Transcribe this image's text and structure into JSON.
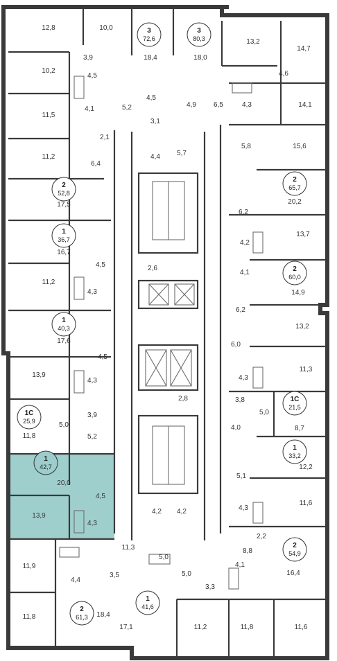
{
  "highlight_color": "#9fcfcd",
  "apartments": [
    {
      "id": "a1",
      "number": "3",
      "area": "72,6"
    },
    {
      "id": "a2",
      "number": "3",
      "area": "80,3"
    },
    {
      "id": "a3",
      "number": "2",
      "area": "52,8"
    },
    {
      "id": "a4",
      "number": "2",
      "area": "65,7"
    },
    {
      "id": "a5",
      "number": "1",
      "area": "36,7"
    },
    {
      "id": "a6",
      "number": "2",
      "area": "60,0"
    },
    {
      "id": "a7",
      "number": "1",
      "area": "40,3"
    },
    {
      "id": "a8",
      "number": "1C",
      "area": "25,9"
    },
    {
      "id": "a9",
      "number": "1C",
      "area": "21,5"
    },
    {
      "id": "a10",
      "number": "1",
      "area": "33,2"
    },
    {
      "id": "a11",
      "number": "1",
      "area": "42,7",
      "highlighted": true
    },
    {
      "id": "a12",
      "number": "2",
      "area": "54,9"
    },
    {
      "id": "a13",
      "number": "1",
      "area": "41,6"
    },
    {
      "id": "a14",
      "number": "2",
      "area": "61,3"
    }
  ],
  "rooms": [
    {
      "id": "r1",
      "area": "12,8"
    },
    {
      "id": "r2",
      "area": "10,0"
    },
    {
      "id": "r3",
      "area": "13,2"
    },
    {
      "id": "r4",
      "area": "14,7"
    },
    {
      "id": "r5",
      "area": "3,9"
    },
    {
      "id": "r6",
      "area": "18,4"
    },
    {
      "id": "r7",
      "area": "18,0"
    },
    {
      "id": "r8",
      "area": "10,2"
    },
    {
      "id": "r9",
      "area": "4,5"
    },
    {
      "id": "r10",
      "area": "4,6"
    },
    {
      "id": "r11",
      "area": "4,5"
    },
    {
      "id": "r12",
      "area": "4,9"
    },
    {
      "id": "r13",
      "area": "6,5"
    },
    {
      "id": "r14",
      "area": "4,3"
    },
    {
      "id": "r15",
      "area": "11,5"
    },
    {
      "id": "r16",
      "area": "4,1"
    },
    {
      "id": "r17",
      "area": "5,2"
    },
    {
      "id": "r18",
      "area": "3,1"
    },
    {
      "id": "r19",
      "area": "14,1"
    },
    {
      "id": "r20",
      "area": "2,1"
    },
    {
      "id": "r21",
      "area": "11,2"
    },
    {
      "id": "r22",
      "area": "4,4"
    },
    {
      "id": "r23",
      "area": "5,7"
    },
    {
      "id": "r24",
      "area": "5,8"
    },
    {
      "id": "r25",
      "area": "15,6"
    },
    {
      "id": "r26",
      "area": "6,4"
    },
    {
      "id": "r27",
      "area": "17,5"
    },
    {
      "id": "r28",
      "area": "20,2"
    },
    {
      "id": "r29",
      "area": "6,2"
    },
    {
      "id": "r30",
      "area": "4,2"
    },
    {
      "id": "r31",
      "area": "13,7"
    },
    {
      "id": "r32",
      "area": "16,7"
    },
    {
      "id": "r33",
      "area": "4,5"
    },
    {
      "id": "r34",
      "area": "2,6"
    },
    {
      "id": "r35",
      "area": "4,1"
    },
    {
      "id": "r36",
      "area": "11,2"
    },
    {
      "id": "r37",
      "area": "4,3"
    },
    {
      "id": "r38",
      "area": "14,9"
    },
    {
      "id": "r39",
      "area": "6,2"
    },
    {
      "id": "r40",
      "area": "13,2"
    },
    {
      "id": "r41",
      "area": "17,6"
    },
    {
      "id": "r42",
      "area": "6,0"
    },
    {
      "id": "r43",
      "area": "4,5"
    },
    {
      "id": "r44",
      "area": "11,3"
    },
    {
      "id": "r45",
      "area": "13,9"
    },
    {
      "id": "r46",
      "area": "4,3"
    },
    {
      "id": "r47",
      "area": "4,3"
    },
    {
      "id": "r48",
      "area": "2,8"
    },
    {
      "id": "r49",
      "area": "3,9"
    },
    {
      "id": "r50",
      "area": "3,8"
    },
    {
      "id": "r51",
      "area": "5,0"
    },
    {
      "id": "r52",
      "area": "5,0"
    },
    {
      "id": "r53",
      "area": "11,8"
    },
    {
      "id": "r54",
      "area": "4,0"
    },
    {
      "id": "r55",
      "area": "8,7"
    },
    {
      "id": "r56",
      "area": "5,2"
    },
    {
      "id": "r57",
      "area": "12,2"
    },
    {
      "id": "r58",
      "area": "20,0"
    },
    {
      "id": "r59",
      "area": "5,1"
    },
    {
      "id": "r60",
      "area": "4,5"
    },
    {
      "id": "r61",
      "area": "11,6"
    },
    {
      "id": "r62",
      "area": "13,9"
    },
    {
      "id": "r63",
      "area": "4,3"
    },
    {
      "id": "r64",
      "area": "4,2"
    },
    {
      "id": "r65",
      "area": "4,2"
    },
    {
      "id": "r66",
      "area": "4,3"
    },
    {
      "id": "r67",
      "area": "2,2"
    },
    {
      "id": "r68",
      "area": "11,3"
    },
    {
      "id": "r69",
      "area": "8,8"
    },
    {
      "id": "r70",
      "area": "11,9"
    },
    {
      "id": "r71",
      "area": "4,4"
    },
    {
      "id": "r72",
      "area": "5,0"
    },
    {
      "id": "r73",
      "area": "16,4"
    },
    {
      "id": "r74",
      "area": "3,5"
    },
    {
      "id": "r75",
      "area": "5,0"
    },
    {
      "id": "r76",
      "area": "4,1"
    },
    {
      "id": "r77",
      "area": "3,3"
    },
    {
      "id": "r78",
      "area": "11,8"
    },
    {
      "id": "r79",
      "area": "18,4"
    },
    {
      "id": "r80",
      "area": "17,1"
    },
    {
      "id": "r81",
      "area": "11,2"
    },
    {
      "id": "r82",
      "area": "11,8"
    },
    {
      "id": "r83",
      "area": "11,6"
    }
  ]
}
